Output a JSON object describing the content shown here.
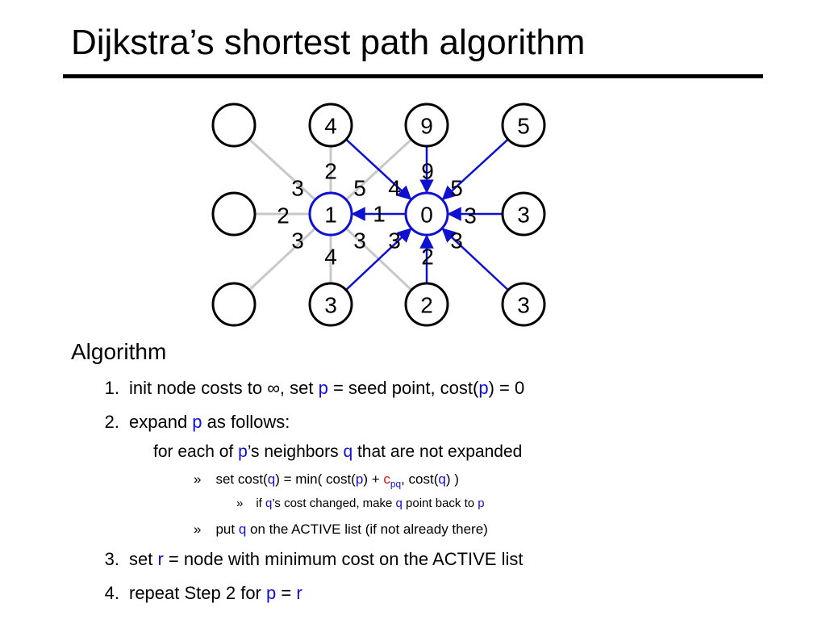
{
  "title": "Dijkstra’s shortest path algorithm",
  "graph": {
    "nodes": [
      {
        "id": "tl",
        "label": "",
        "highlight": false
      },
      {
        "id": "t1",
        "label": "4",
        "highlight": false
      },
      {
        "id": "t2",
        "label": "9",
        "highlight": false
      },
      {
        "id": "t3",
        "label": "5",
        "highlight": false
      },
      {
        "id": "ml",
        "label": "",
        "highlight": false
      },
      {
        "id": "m1",
        "label": "1",
        "highlight": true
      },
      {
        "id": "m2",
        "label": "0",
        "highlight": true
      },
      {
        "id": "m3",
        "label": "3",
        "highlight": false
      },
      {
        "id": "bl",
        "label": "",
        "highlight": false
      },
      {
        "id": "b1",
        "label": "3",
        "highlight": false
      },
      {
        "id": "b2",
        "label": "2",
        "highlight": false
      },
      {
        "id": "b3",
        "label": "3",
        "highlight": false
      }
    ],
    "edges": [
      {
        "from": "tl",
        "to": "m1",
        "style": "gray"
      },
      {
        "from": "ml",
        "to": "m1",
        "style": "gray"
      },
      {
        "from": "bl",
        "to": "m1",
        "style": "gray"
      },
      {
        "from": "t1",
        "to": "m1",
        "style": "gray"
      },
      {
        "from": "b1",
        "to": "m1",
        "style": "gray"
      },
      {
        "from": "t2",
        "to": "m1",
        "style": "gray"
      },
      {
        "from": "b2",
        "to": "m1",
        "style": "gray"
      },
      {
        "from": "m2",
        "to": "m1",
        "style": "blue"
      },
      {
        "from": "t1",
        "to": "m2",
        "style": "blue"
      },
      {
        "from": "t2",
        "to": "m2",
        "style": "blue"
      },
      {
        "from": "t3",
        "to": "m2",
        "style": "blue"
      },
      {
        "from": "m3",
        "to": "m2",
        "style": "blue"
      },
      {
        "from": "b1",
        "to": "m2",
        "style": "blue"
      },
      {
        "from": "b2",
        "to": "m2",
        "style": "blue"
      },
      {
        "from": "b3",
        "to": "m2",
        "style": "blue"
      }
    ],
    "weights": [
      "3",
      "2",
      "5",
      "4",
      "9",
      "5",
      "2",
      "1",
      "3",
      "3",
      "3",
      "3",
      "3",
      "4",
      "2"
    ]
  },
  "algorithm": {
    "heading": "Algorithm",
    "step1": {
      "num": "1.",
      "a": "init node costs to ",
      "inf": "∞",
      "b": ", set ",
      "p": "p",
      "c": " = seed point, cost(",
      "p2": "p",
      "d": ") = 0"
    },
    "step2": {
      "num": "2.",
      "a": "expand ",
      "p": "p",
      "b": " as follows:"
    },
    "sub": {
      "a": "for each of ",
      "p": "p",
      "b": "’s neighbors ",
      "q": "q",
      "c": " that are not expanded"
    },
    "s1": {
      "bullet": "»",
      "a": "set cost(",
      "q": "q",
      "b": ") = min( cost(",
      "p": "p",
      "c": ") + ",
      "cs": "c",
      "sub": "pq",
      "d": ",  cost(",
      "q2": "q",
      "e": ") )"
    },
    "s2": {
      "bullet": "»",
      "a": "if ",
      "q": "q",
      "b": "’s cost changed, make ",
      "q2": "q",
      "c": " point back to ",
      "p": "p"
    },
    "s3": {
      "bullet": "»",
      "a": "put ",
      "q": "q",
      "b": " on the ACTIVE list   (if not already there)"
    },
    "step3": {
      "num": "3.",
      "a": "set ",
      "r": "r",
      "b": " = node with minimum cost on the ACTIVE list"
    },
    "step4": {
      "num": "4.",
      "a": "repeat Step 2 for ",
      "p": "p",
      "b": " = ",
      "r": "r"
    }
  },
  "colors": {
    "blue": "#1010d0",
    "red": "#e01010",
    "gray": "#c8c8c8"
  }
}
